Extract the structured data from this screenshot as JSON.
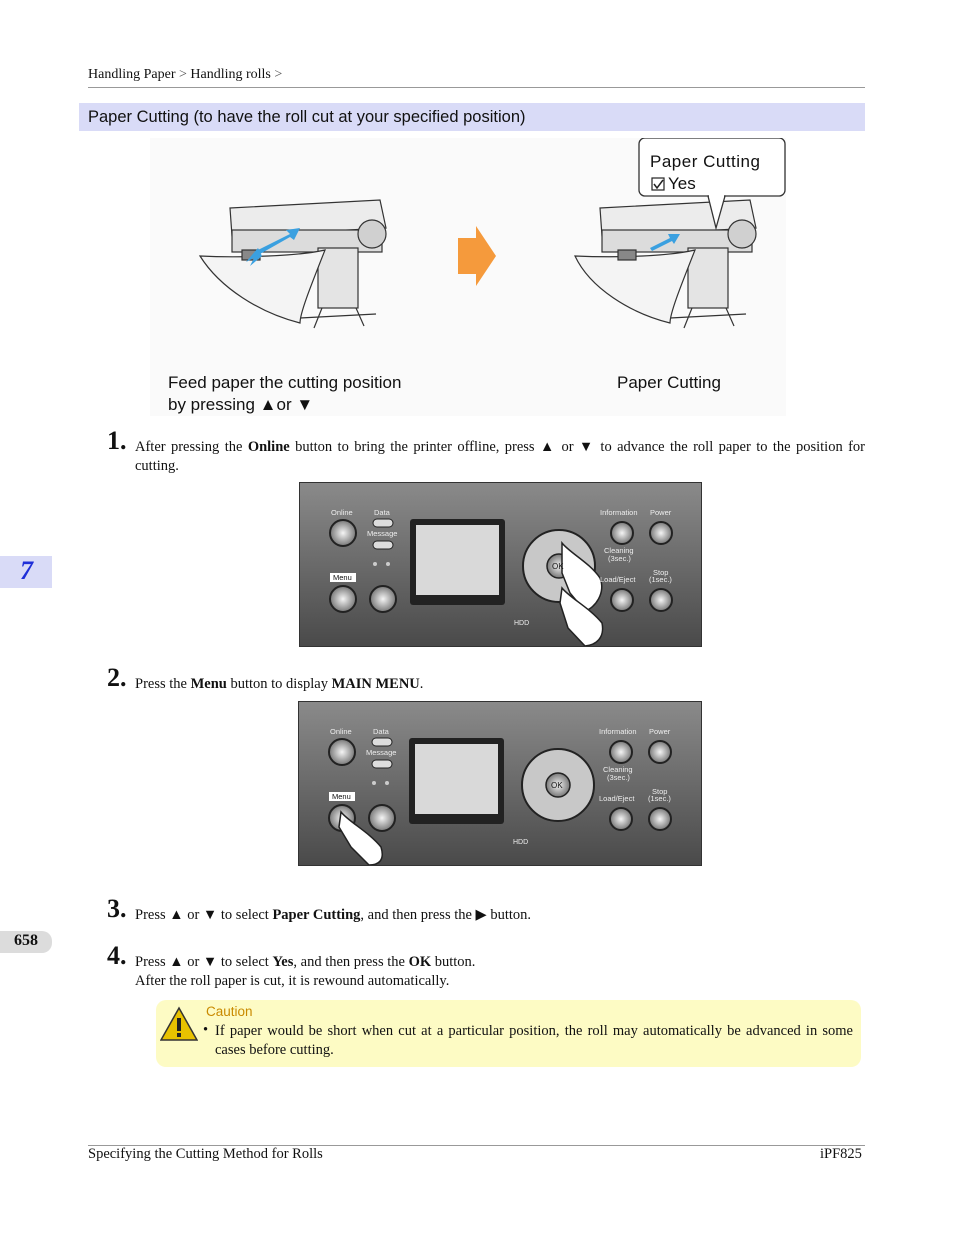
{
  "breadcrumb": {
    "part1": "Handling Paper",
    "sep1": " > ",
    "part2": "Handling rolls",
    "sep2": " >"
  },
  "section": {
    "title": "Paper Cutting (to have the roll cut at your specified position)"
  },
  "chapter_tab": "7",
  "page_number": "658",
  "figure1": {
    "callout_line1": "Paper Cutting",
    "callout_line2": "Yes",
    "caption_left_line1": "Feed paper the cutting position",
    "caption_left_line2": "by pressing",
    "caption_left_or": "or",
    "caption_right": "Paper Cutting"
  },
  "panel": {
    "online": "Online",
    "data": "Data",
    "message": "Message",
    "menu": "Menu",
    "information": "Information",
    "power": "Power",
    "cleaning": "Cleaning",
    "cleaning_time": "(3sec.)",
    "load_eject": "Load/Eject",
    "stop": "Stop",
    "stop_time": "(1sec.)",
    "ok": "OK",
    "hdd": "HDD"
  },
  "steps": [
    {
      "num": "1.",
      "t1": "After pressing the ",
      "b1": "Online",
      "t2": " button to bring the printer offline, press ▲ or ▼ to advance the roll paper to the position for cutting."
    },
    {
      "num": "2.",
      "t1": "Press the ",
      "b1": "Menu",
      "t2": " button to display ",
      "b2": "MAIN MENU",
      "t3": "."
    },
    {
      "num": "3.",
      "t1": "Press ▲ or ▼ to select ",
      "b1": "Paper Cutting",
      "t2": ", and then press the ▶ button."
    },
    {
      "num": "4.",
      "t1": "Press ▲ or ▼ to select ",
      "b1": "Yes",
      "t2": ", and then press the ",
      "b2": "OK",
      "t3": " button.",
      "line2": "After the roll paper is cut, it is rewound automatically."
    }
  ],
  "caution": {
    "label": "Caution",
    "bullet": "•",
    "text": "If paper would be short when cut at a particular position, the roll may automatically be advanced in some cases before cutting."
  },
  "footer": {
    "left": "Specifying the Cutting Method for Rolls",
    "right": "iPF825"
  },
  "colors": {
    "section_bar": "#d9dbf7",
    "chapter_num": "#1f2fd8",
    "arrow": "#f59a3c",
    "caution_bg": "#fdfbc4",
    "caution_label": "#c98a00"
  }
}
